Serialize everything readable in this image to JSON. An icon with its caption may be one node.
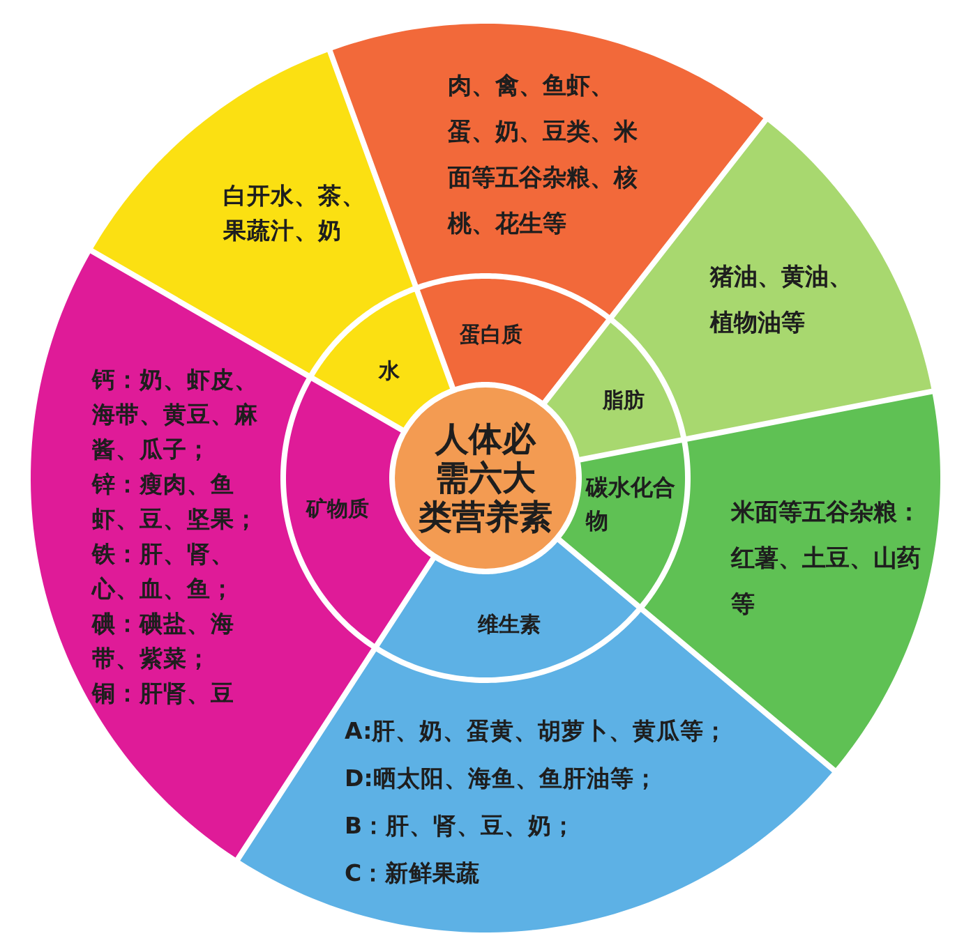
{
  "diagram": {
    "nodes": [
      {
        "text": [
          "人体必需六大类营养素"
        ]
      },
      {
        "text": [
          "蛋白质"
        ]
      },
      {
        "text": [
          "脂肪"
        ]
      },
      {
        "text": [
          "碳水化合物"
        ]
      },
      {
        "text": [
          "维生素"
        ]
      },
      {
        "text": [
          "矿物质"
        ]
      },
      {
        "text": [
          "水"
        ]
      },
      {
        "text": [
          "肉、禽、鱼虾、蛋、奶、豆类、米面等五谷杂粮、核桃、花生等"
        ]
      },
      {
        "text": [
          "猪油、黄油、植物油等"
        ]
      },
      {
        "text": [
          "米面等五谷杂粮：红薯、土豆、山药等"
        ]
      },
      {
        "text": [
          "A:肝、奶、蛋黄、胡萝卜、黄瓜等；",
          "D:晒太阳、海鱼、鱼肝油等；",
          "B：肝、肾、豆、奶；",
          "C：新鲜果蔬"
        ]
      },
      {
        "text": [
          "钙：奶、虾皮、海带、黄豆、麻酱、瓜子；",
          "锌：瘦肉、鱼虾、豆、坚果；",
          "铁：肝、肾、心、血、鱼；",
          "碘：碘盐、海带、紫菜；",
          "铜：肝肾、豆"
        ]
      },
      {
        "text": [
          "白开水、茶、果蔬汁、奶"
        ]
      }
    ]
  }
}
